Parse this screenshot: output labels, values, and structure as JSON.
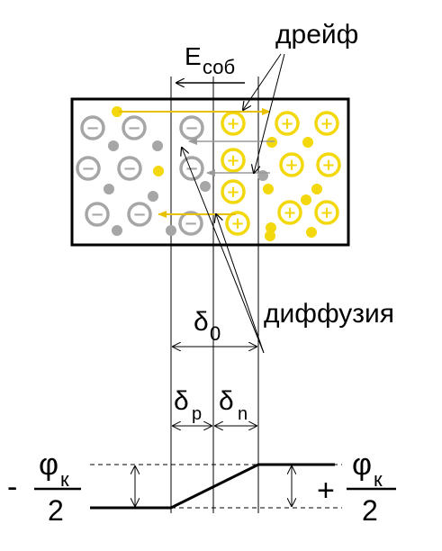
{
  "labels": {
    "field_symbol": "E",
    "field_subscript": "соб",
    "drift": "дрейф",
    "diffusion": "диффузия",
    "delta_symbol": "δ",
    "delta0_subscript": "0",
    "deltap_subscript": "p",
    "deltan_subscript": "n",
    "phi_symbol": "φ",
    "phi_subscript": "к",
    "denominator": "2",
    "minus_sign": "-",
    "plus_sign": "+",
    "ion_neg_sign": "−",
    "ion_pos_sign": "+"
  },
  "colors": {
    "p_region": "#a6a6a6",
    "p_dots": "#a6a6a6",
    "n_region": "#f2d80d",
    "n_dots": "#f2d80d",
    "arrow_yellow": "#e8c200",
    "arrow_gray": "#9a9a9a",
    "line": "#000000"
  },
  "icons": {
    "negative_ion": "circled-minus",
    "positive_ion": "circled-plus",
    "electron": "filled-dot",
    "hole": "filled-dot"
  }
}
